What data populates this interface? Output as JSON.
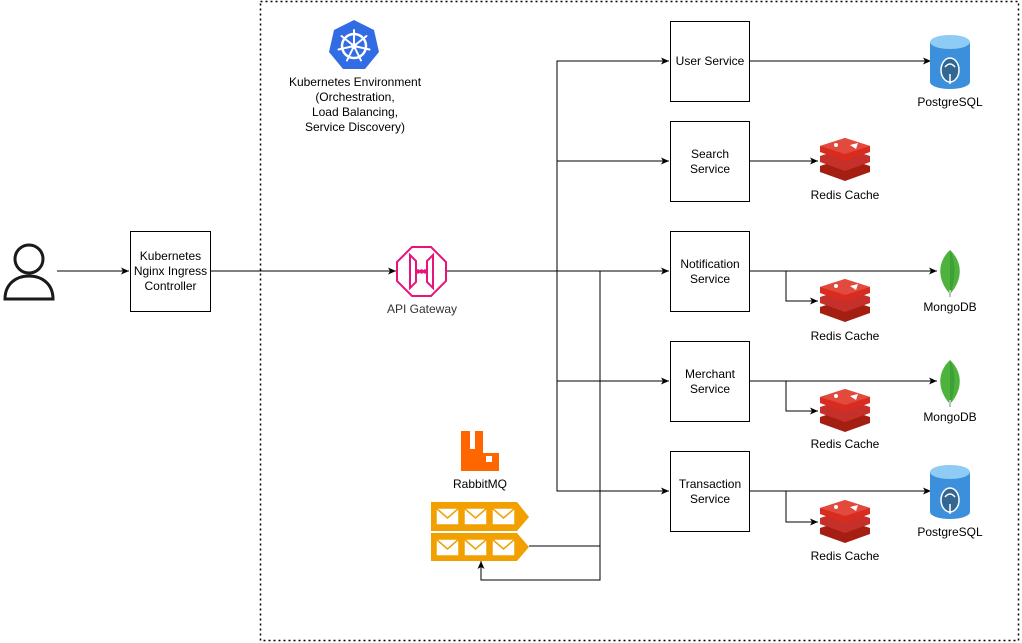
{
  "kubernetes": {
    "label": "Kubernetes Environment\n(Orchestration,\nLoad Balancing,\nService Discovery)"
  },
  "ingress": {
    "label": "Kubernetes\nNginx Ingress\nController"
  },
  "gateway": {
    "label": "API Gateway"
  },
  "rabbitmq": {
    "label": "RabbitMQ"
  },
  "services": {
    "user": "User Service",
    "search": "Search\nService",
    "notification": "Notification\nService",
    "merchant": "Merchant\nService",
    "transaction": "Transaction\nService"
  },
  "stores": {
    "postgres_user": "PostgreSQL",
    "redis_search": "Redis Cache",
    "mongo_notification": "MongoDB",
    "redis_notification": "Redis Cache",
    "mongo_merchant": "MongoDB",
    "redis_merchant": "Redis Cache",
    "postgres_transaction": "PostgreSQL",
    "redis_transaction": "Redis Cache"
  },
  "colors": {
    "kubernetes": "#326CE5",
    "gateway": "#E7157B",
    "rabbitmq": "#FF6600",
    "queue": "#F2A000",
    "redis": "#C6302B",
    "mongo": "#4DB33D",
    "postgres_db": "#3C8FDB",
    "postgres_elephant": "#336791"
  }
}
